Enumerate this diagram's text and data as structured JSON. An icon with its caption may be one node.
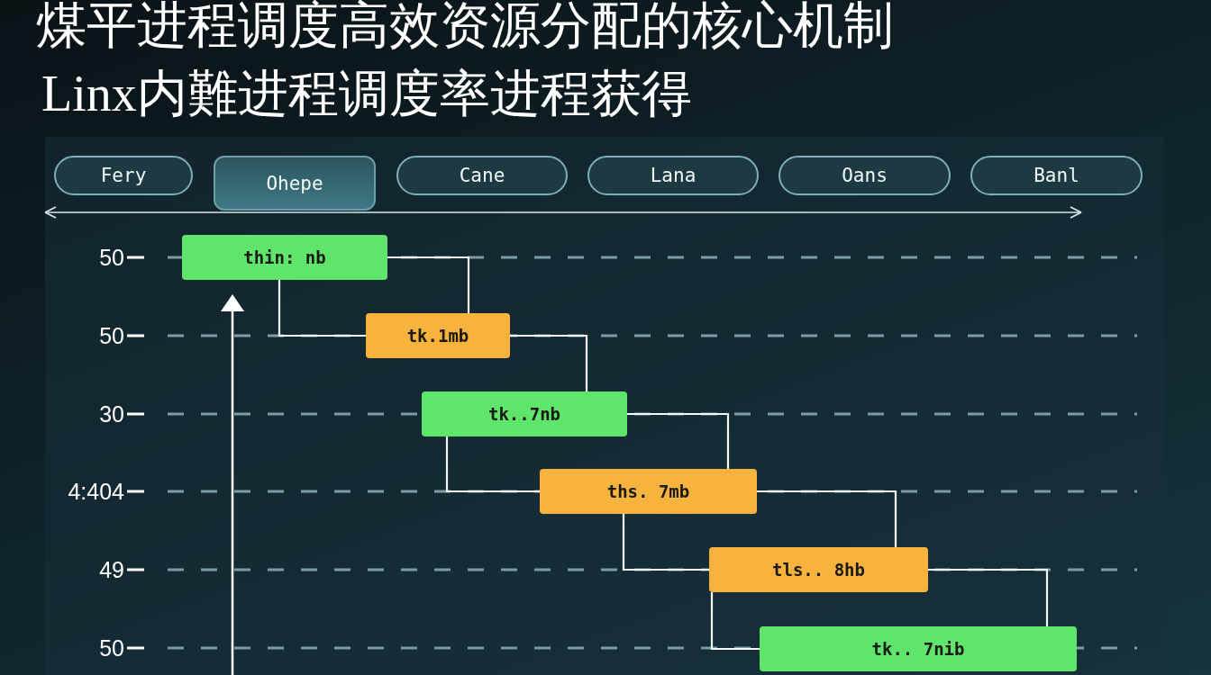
{
  "diagram": {
    "title": "煤平进程调度高效资源分配的核心机制",
    "nodes": [
      {
        "text": [
          "Fery"
        ]
      },
      {
        "text": [
          "Ohepe"
        ]
      },
      {
        "text": [
          "Cane"
        ]
      },
      {
        "text": [
          "Lana"
        ]
      },
      {
        "text": [
          "Oans"
        ]
      },
      {
        "text": [
          "Banl"
        ]
      },
      {
        "text": [
          "thin: nb"
        ]
      },
      {
        "text": [
          "tk.1mb"
        ]
      },
      {
        "text": [
          "tk..7nb"
        ]
      },
      {
        "text": [
          "ths. 7mb"
        ]
      },
      {
        "text": [
          "tls.. 8hb"
        ]
      },
      {
        "text": [
          "tk.. 7nib"
        ]
      }
    ],
    "edges": [
      {
        "from": 6,
        "to": 7,
        "arrow": "none"
      },
      {
        "from": 6,
        "to": 7,
        "arrow": "none"
      },
      {
        "from": 7,
        "to": 8,
        "arrow": "none"
      },
      {
        "from": 8,
        "to": 9,
        "arrow": "none"
      },
      {
        "from": 8,
        "to": 9,
        "arrow": "none"
      },
      {
        "from": 9,
        "to": 10,
        "arrow": "none"
      },
      {
        "from": 9,
        "to": 10,
        "arrow": "none"
      },
      {
        "from": 10,
        "to": 11,
        "arrow": "none"
      },
      {
        "from": 10,
        "to": 11,
        "arrow": "none"
      }
    ],
    "labels": [
      "Linx内難进程调度率进程获得",
      "50",
      "50",
      "30",
      "4:404",
      "49",
      "50"
    ]
  }
}
